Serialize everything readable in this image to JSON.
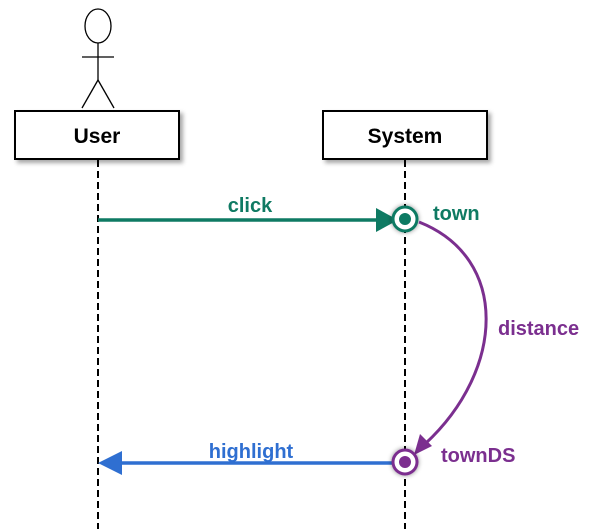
{
  "actors": {
    "user": {
      "label": "User"
    },
    "system": {
      "label": "System"
    }
  },
  "messages": {
    "click": {
      "label": "click",
      "color": "#0f7a63"
    },
    "distance": {
      "label": "distance",
      "color": "#7b2f8f"
    },
    "highlight": {
      "label": "highlight",
      "color": "#2f6fd1"
    }
  },
  "states": {
    "town": {
      "label": "town",
      "color": "#0f7a63"
    },
    "townDS": {
      "label": "townDS",
      "color": "#7b2f8f"
    }
  }
}
